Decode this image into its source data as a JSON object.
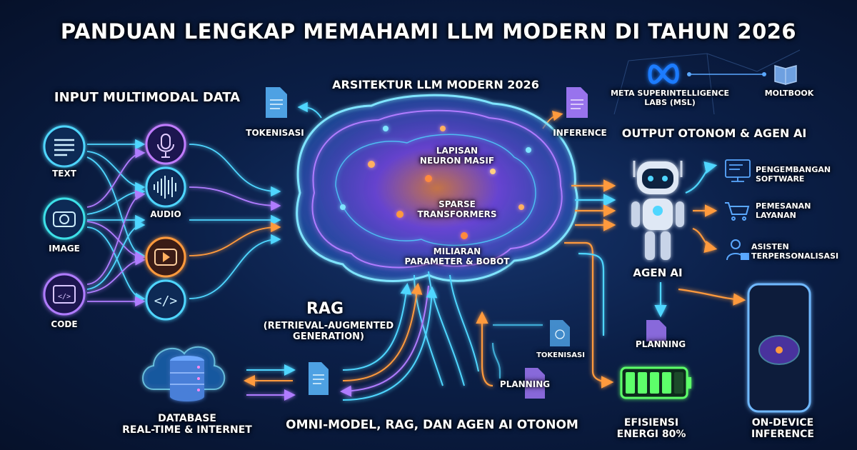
{
  "title": "PANDUAN LENGKAP MEMAHAMI LLM MODERN DI TAHUN 2026",
  "input": {
    "heading": "INPUT MULTIMODAL DATA",
    "sources": [
      {
        "label": "TEXT",
        "icon": "text-lines-icon"
      },
      {
        "label": "IMAGE",
        "icon": "camera-icon"
      },
      {
        "label": "CODE",
        "icon": "code-window-icon"
      }
    ],
    "modalities": [
      {
        "label": "",
        "icon": "microphone-icon"
      },
      {
        "label": "AUDIO",
        "icon": "audio-wave-icon"
      },
      {
        "label": "",
        "icon": "video-play-icon"
      },
      {
        "label": "",
        "icon": "code-icon"
      }
    ]
  },
  "architecture": {
    "heading": "ARSITEKTUR LLM MODERN 2026",
    "tokenization_label": "TOKENISASI",
    "inference_label": "INFERENCE",
    "layers": [
      {
        "line1": "LAPISAN",
        "line2": "NEURON MASIF"
      },
      {
        "line1": "SPARSE",
        "line2": "TRANSFORMERS"
      },
      {
        "line1": "MILIARAN",
        "line2": "PARAMETER & BOBOT"
      }
    ]
  },
  "partners": {
    "meta_line1": "META SUPERINTELLIGENCE",
    "meta_line2": "LABS (MSL)",
    "moltbook": "MOLTBOOK"
  },
  "output": {
    "heading": "OUTPUT OTONOM & AGEN AI",
    "agent_label": "AGEN AI",
    "items": [
      {
        "line1": "PENGEMBANGAN",
        "line2": "SOFTWARE",
        "icon": "monitor-code-icon"
      },
      {
        "line1": "PEMESANAN",
        "line2": "LAYANAN",
        "icon": "shopping-cart-icon"
      },
      {
        "line1": "ASISTEN",
        "line2": "TERPERSONALISASI",
        "icon": "user-assistant-icon"
      }
    ],
    "planning_label": "PLANNING",
    "device_line1": "ON-DEVICE",
    "device_line2": "INFERENCE"
  },
  "rag": {
    "title": "RAG",
    "line1": "(RETRIEVAL-AUGMENTED",
    "line2": "GENERATION)",
    "database_line1": "DATABASE",
    "database_line2": "REAL-TIME & INTERNET"
  },
  "bottom": {
    "tokenization_label": "TOKENISASI",
    "planning_label": "PLANNING",
    "energy_line1": "EFISIENSI",
    "energy_line2": "ENERGI 80%",
    "battery_level": 0.8,
    "tagline": "OMNI-MODEL, RAG, DAN AGEN AI OTONOM"
  },
  "colors": {
    "cyan": "#4fd6ff",
    "purple": "#b07cff",
    "orange": "#ff9a3c",
    "green": "#5dff6a",
    "background": "#0b1f47"
  }
}
